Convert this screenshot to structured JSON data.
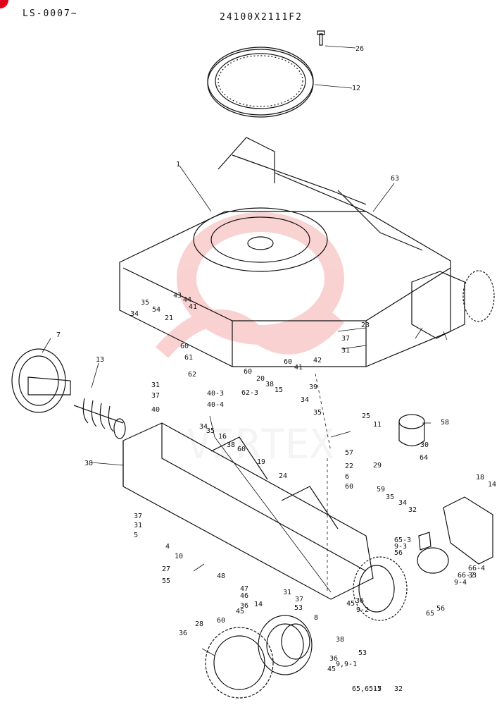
{
  "header": {
    "left_code": "LS-0007~",
    "right_code": "24100X2111F2"
  },
  "watermark": {
    "text": "VIRTEX",
    "color": "#f4a6a6"
  },
  "colors": {
    "line": "#111111",
    "accent": "#e3001b",
    "paper": "#ffffff"
  },
  "callouts": [
    "26",
    "12",
    "1",
    "63",
    "43",
    "44",
    "41",
    "34",
    "35",
    "54",
    "21",
    "60",
    "23",
    "37",
    "31",
    "7",
    "13",
    "61",
    "62",
    "60",
    "20",
    "38",
    "15",
    "60",
    "41",
    "42",
    "39",
    "34",
    "62-3",
    "35",
    "31",
    "37",
    "40-3",
    "40",
    "40-4",
    "34",
    "35",
    "16",
    "38",
    "60",
    "19",
    "24",
    "25",
    "11",
    "58",
    "30",
    "64",
    "38",
    "29",
    "57",
    "22",
    "6",
    "60",
    "59",
    "35",
    "34",
    "32",
    "18",
    "14",
    "37",
    "31",
    "5",
    "4",
    "10",
    "65-3",
    "9-3",
    "56",
    "27",
    "55",
    "48",
    "47",
    "46",
    "36",
    "45",
    "60",
    "14",
    "31",
    "37",
    "53",
    "36",
    "45",
    "9-2",
    "66-2",
    "9-4",
    "66-4",
    "33",
    "56",
    "65",
    "8",
    "28",
    "36",
    "38",
    "53",
    "45",
    "36",
    "9,9-1",
    "65,65-5",
    "17",
    "32"
  ]
}
